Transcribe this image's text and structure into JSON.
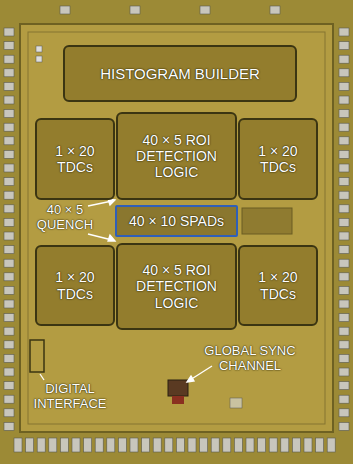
{
  "diagram": {
    "nodes": [
      {
        "text": [
          "HISTOGRAM BUILDER"
        ]
      },
      {
        "text": [
          "1 × 20 TDCs"
        ]
      },
      {
        "text": [
          "40 × 5 ROI DETECTION LOGIC"
        ]
      },
      {
        "text": [
          "1 × 20 TDCs"
        ]
      },
      {
        "text": [
          "40 × 10 SPADs"
        ]
      },
      {
        "text": [
          "1 × 20 TDCs"
        ]
      },
      {
        "text": [
          "40 × 5 ROI DETECTION LOGIC"
        ]
      },
      {
        "text": [
          "1 × 20 TDCs"
        ]
      }
    ],
    "labels": [
      "40 × 5 QUENCH",
      "GLOBAL SYNC CHANNEL",
      "DIGITAL INTERFACE"
    ]
  }
}
